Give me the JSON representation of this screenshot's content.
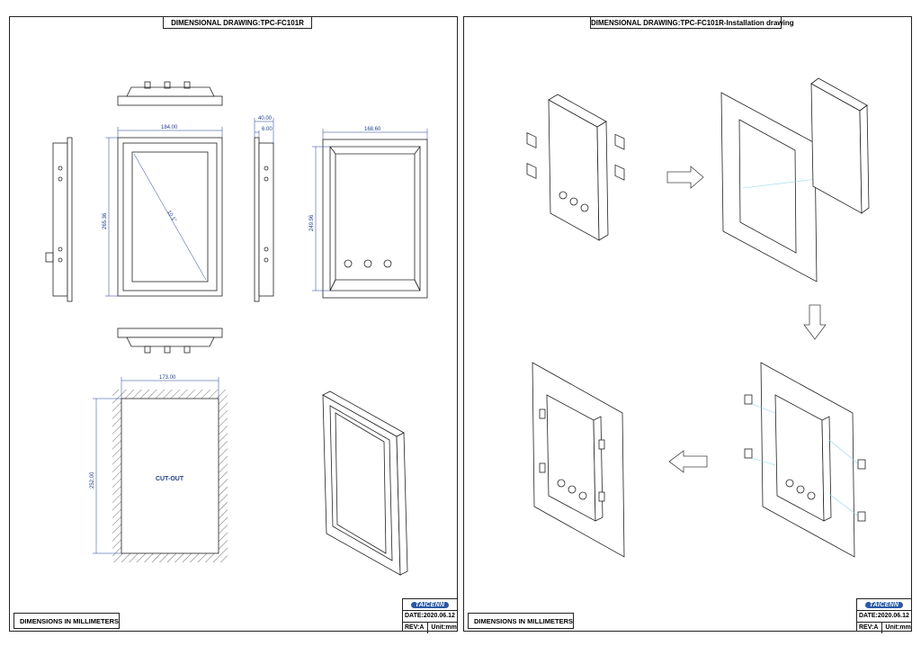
{
  "left_sheet": {
    "title": "DIMENSIONAL DRAWING:TPC-FC101R",
    "footer_note": "DIMENSIONS IN MILLIMETERS",
    "title_block": {
      "logo": "TAICENN",
      "date": "DATE:2020.06.12",
      "rev": "REV:A",
      "unit": "Unit:mm"
    },
    "dimensions": {
      "front_width": "184.00",
      "front_height": "265.36",
      "diagonal": "10.1\"",
      "side_depth": "40.00",
      "side_flange": "6.00",
      "rear_width": "168.60",
      "rear_height": "249.96",
      "cutout_width": "173.00",
      "cutout_height": "252.00"
    },
    "cutout_label": "CUT-OUT"
  },
  "right_sheet": {
    "title": "DIMENSIONAL DRAWING:TPC-FC101R-Installation drawing",
    "footer_note": "DIMENSIONS IN MILLIMETERS",
    "title_block": {
      "logo": "TAICENN",
      "date": "DATE:2020.06.12",
      "rev": "REV:A",
      "unit": "Unit:mm"
    }
  },
  "colors": {
    "dimension": "#1f3f8f",
    "line": "#222222",
    "logo_bg": "#2a5aa8",
    "install_hint": "#8fd8e8"
  }
}
